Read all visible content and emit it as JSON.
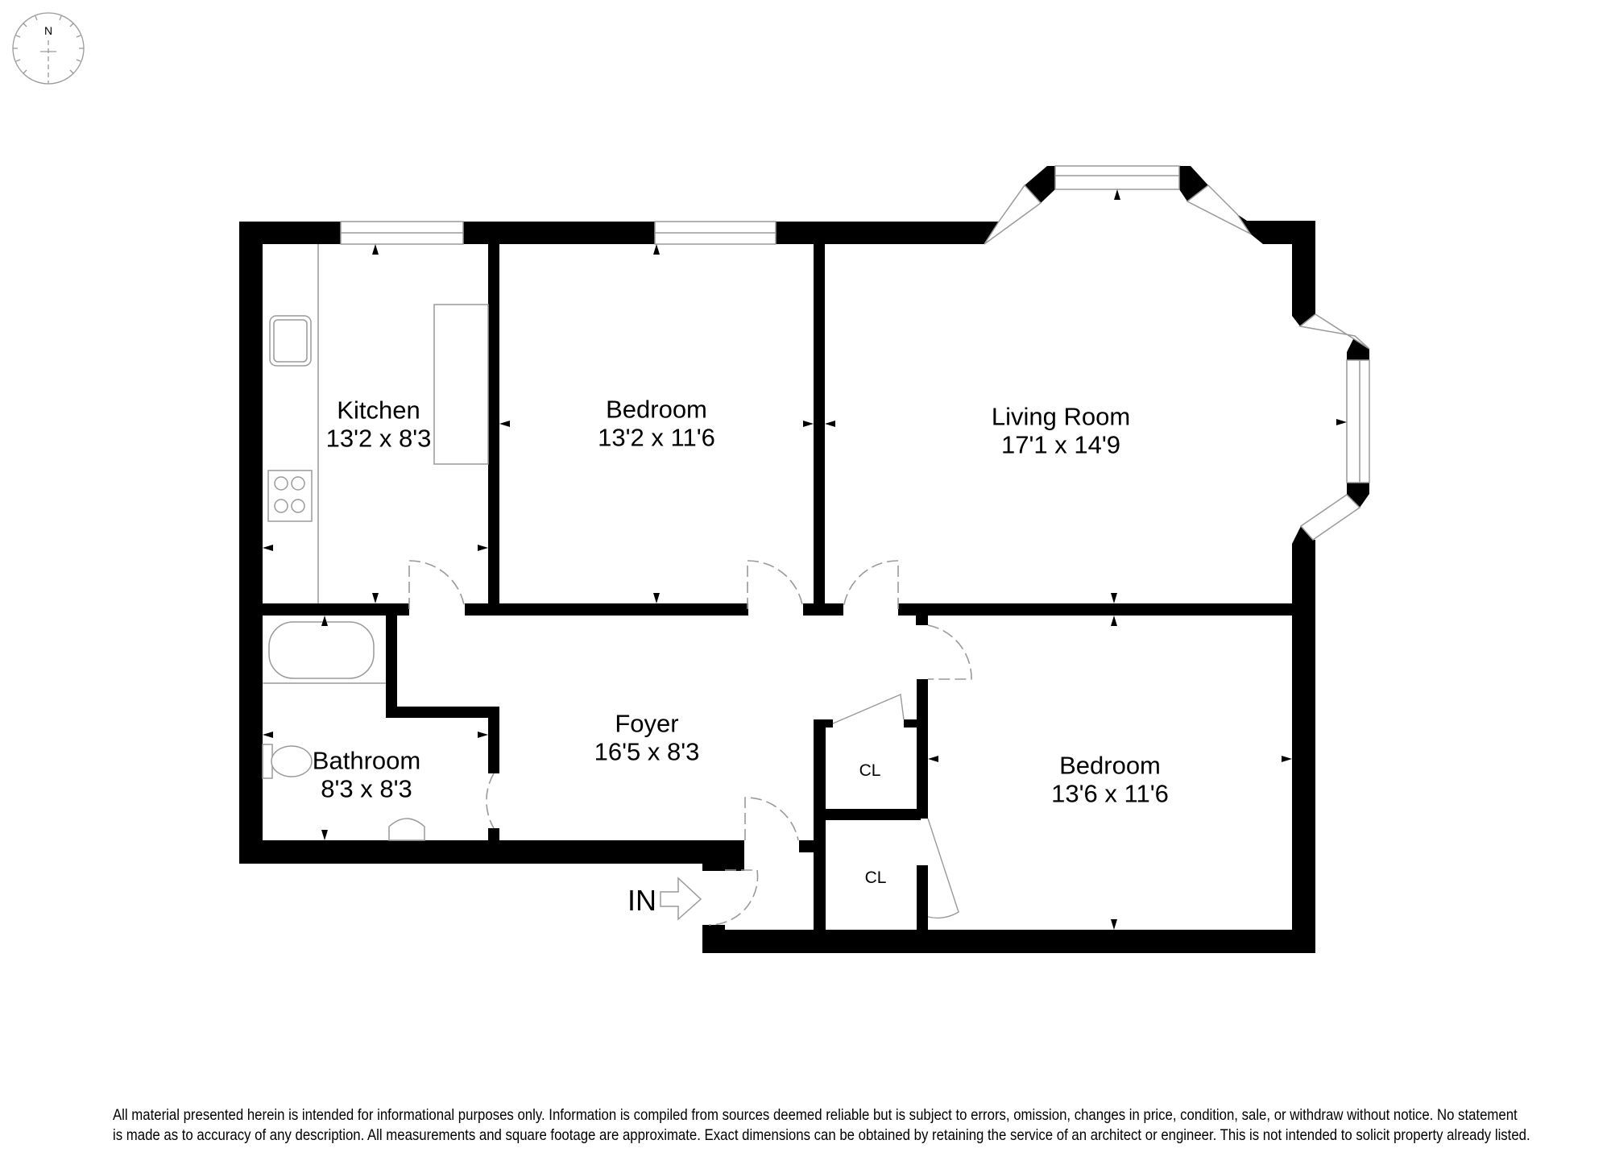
{
  "compass": {
    "north_label": "N",
    "icon": "compass-icon"
  },
  "rooms": {
    "kitchen": {
      "name": "Kitchen",
      "dimensions": "13'2 x 8'3"
    },
    "bedroom1": {
      "name": "Bedroom",
      "dimensions": "13'2 x 11'6"
    },
    "living_room": {
      "name": "Living Room",
      "dimensions": "17'1 x 14'9"
    },
    "bathroom": {
      "name": "Bathroom",
      "dimensions": "8'3 x 8'3"
    },
    "foyer": {
      "name": "Foyer",
      "dimensions": "16'5 x 8'3"
    },
    "bedroom2": {
      "name": "Bedroom",
      "dimensions": "13'6 x 11'6"
    },
    "closet1": {
      "name": "CL"
    },
    "closet2": {
      "name": "CL"
    }
  },
  "entrance": {
    "label": "IN",
    "icon": "arrow-right-icon"
  },
  "disclaimer": {
    "line1": "All material presented herein is intended for informational purposes only. Information is compiled from sources deemed reliable but is subject to errors, omission, changes in price, condition, sale, or withdraw without notice. No statement",
    "line2": "is made as to accuracy of any description. All measurements and square footage are approximate. Exact dimensions can be obtained by retaining the service of an architect or engineer. This is not intended to solicit property already listed."
  },
  "colors": {
    "wall": "#000000",
    "fixture_line": "#9a9a9a",
    "background": "#ffffff"
  }
}
